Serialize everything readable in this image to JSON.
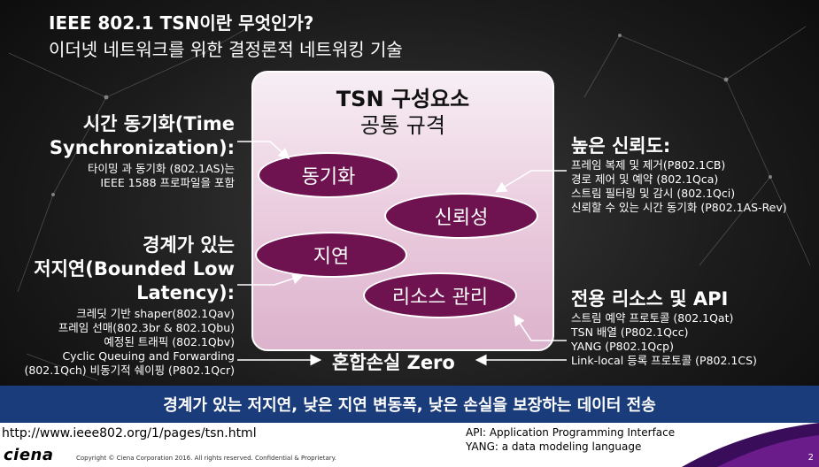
{
  "title": {
    "line1": "IEEE 802.1 TSN이란 무엇인가?",
    "line2": "이더넷 네트워크를 위한 결정론적 네트워킹 기술"
  },
  "center": {
    "title": "TSN 구성요소",
    "subtitle": "공통 규격",
    "items": [
      "동기화",
      "신뢰성",
      "지연",
      "리소스 관리"
    ]
  },
  "left_top": {
    "heading1": "시간 동기화(Time",
    "heading2": "Synchronization):",
    "desc": [
      "타이밍 과 동기화 (802.1AS)는",
      "IEEE 1588 프로파일을 포함"
    ]
  },
  "left_bottom": {
    "heading1": "경계가 있는",
    "heading2": "저지연(Bounded Low",
    "heading3": "Latency):",
    "desc": [
      "크레딧 기반 shaper(802.1Qav)",
      "프레임 선매(802.3br & 802.1Qbu)",
      "예정된 트래픽 (802.1Qbv)",
      "Cyclic Queuing and Forwarding",
      "(802.1Qch) 비동기적 쉐이핑 (P802.1Qcr)"
    ]
  },
  "right_top": {
    "heading": "높은 신뢰도:",
    "desc": [
      "프레임 복제 및 제거(P802.1CB)",
      "경로 제어 및 예약 (802.1Qca)",
      "스트림 필터링 및 감시 (802.1Qci)",
      "신뢰할 수 있는 시간 동기화 (P802.1AS-Rev)"
    ]
  },
  "right_bottom": {
    "heading": "전용 리소스 및 API",
    "desc": [
      "스트림 예약 프로토콜 (802.1Qat)",
      "TSN 배열 (P802.1Qcc)",
      "YANG (P802.1Qcp)",
      "Link-local 등록 프로토콜 (P802.1CS)"
    ]
  },
  "zero_loss": "혼합손실 Zero",
  "banner": "경계가 있는 저지연, 낮은 지연 변동폭, 낮은 손실을 보장하는 데이터 전송",
  "footer": {
    "url": "http://www.ieee802.org/1/pages/tsn.html",
    "logo": "ciena",
    "copyright": "Copyright © Ciena Corporation 2016. All rights reserved. Confidential & Proprietary.",
    "api_line": "API: Application Programming Interface",
    "yang_line": "YANG: a data modeling language",
    "page": "2"
  },
  "colors": {
    "ellipse": "#6e1250",
    "banner": "#1a3c7a",
    "box": "#e8c7db"
  }
}
